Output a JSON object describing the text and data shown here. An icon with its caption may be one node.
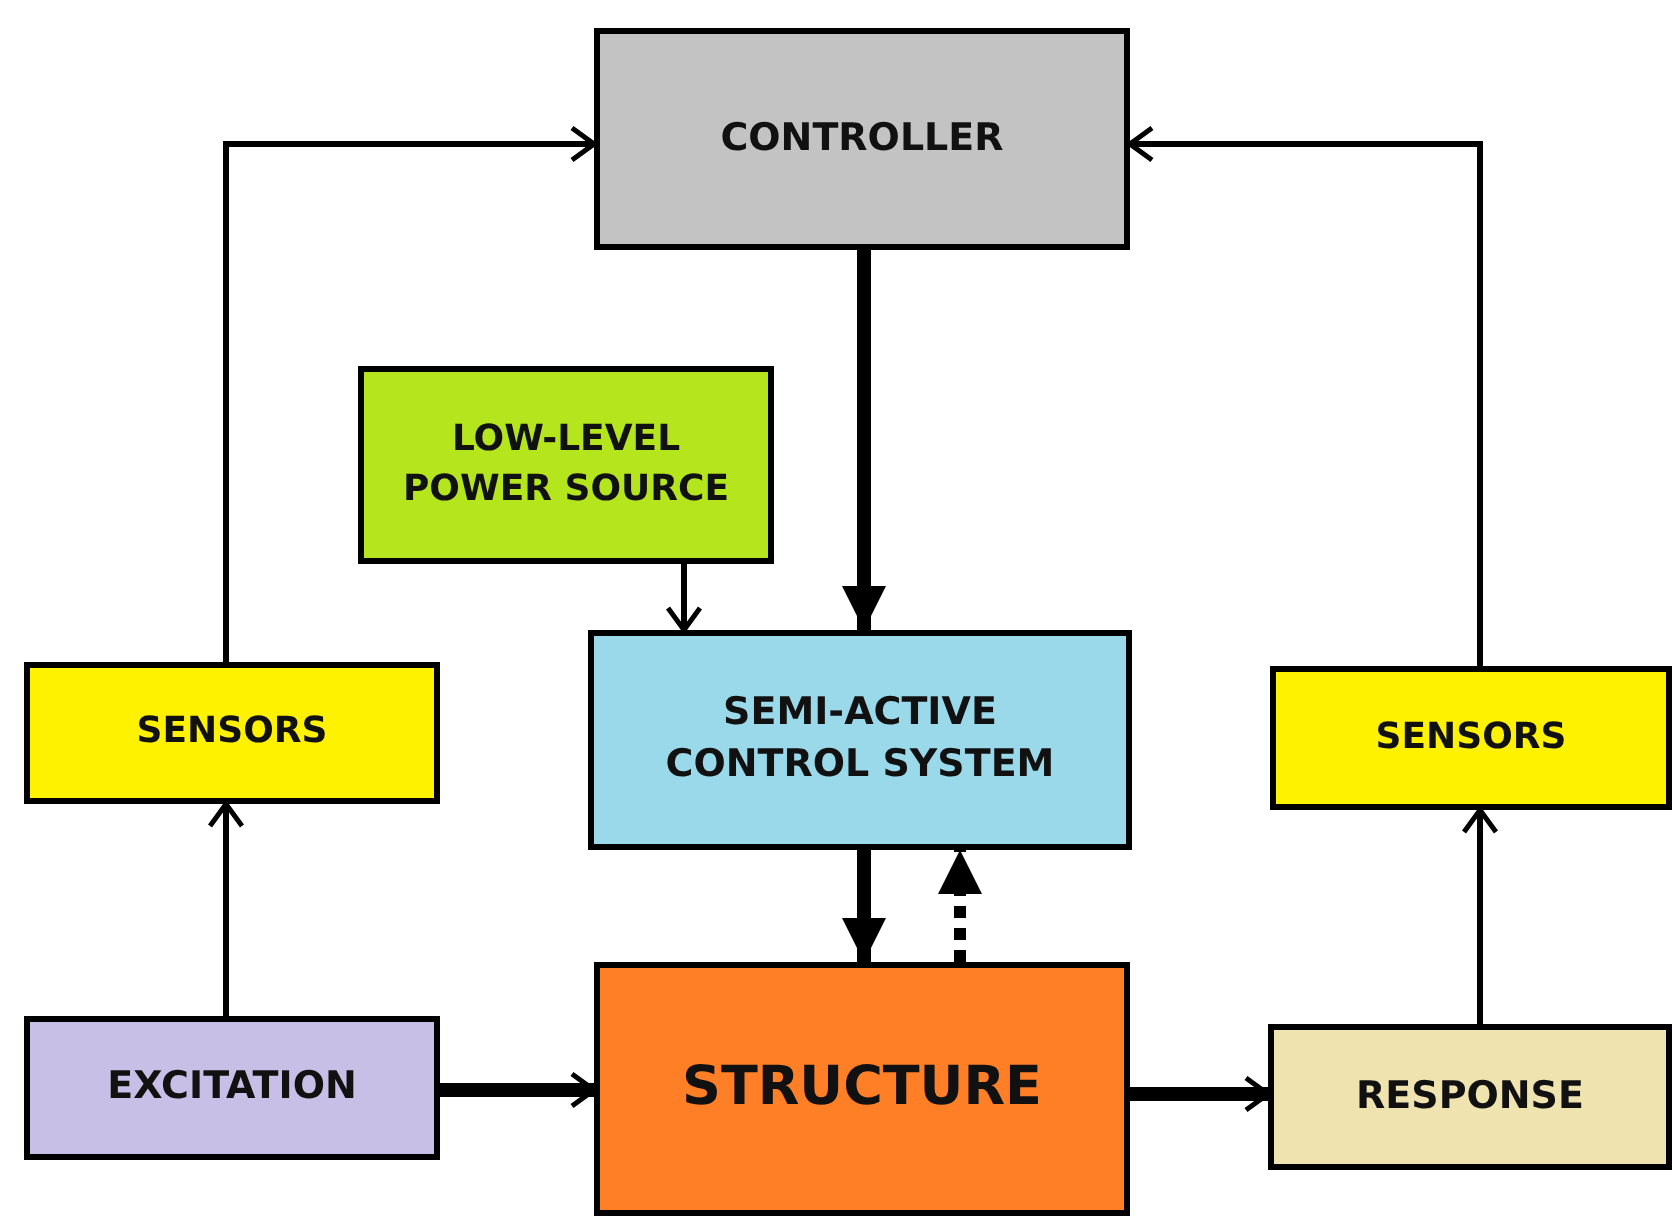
{
  "diagram": {
    "nodes": [
      {
        "text": [
          "CONTROLLER"
        ]
      },
      {
        "text": [
          "LOW-LEVEL POWER SOURCE"
        ]
      },
      {
        "text": [
          "SEMI-ACTIVE CONTROL SYSTEM"
        ]
      },
      {
        "text": [
          "SENSORS"
        ]
      },
      {
        "text": [
          "SENSORS"
        ]
      },
      {
        "text": [
          "EXCITATION"
        ]
      },
      {
        "text": [
          "STRUCTURE"
        ]
      },
      {
        "text": [
          "RESPONSE"
        ]
      }
    ],
    "edges": [
      {
        "from": 5,
        "to": 3,
        "arrow": "to"
      },
      {
        "from": 3,
        "to": 0,
        "arrow": "to"
      },
      {
        "from": 4,
        "to": 0,
        "arrow": "to"
      },
      {
        "from": 0,
        "to": 2,
        "arrow": "to",
        "style": "thick"
      },
      {
        "from": 1,
        "to": 2,
        "arrow": "to"
      },
      {
        "from": 2,
        "to": 6,
        "arrow": "to",
        "style": "thick"
      },
      {
        "from": 6,
        "to": 2,
        "arrow": "to",
        "style": "dashed"
      },
      {
        "from": 5,
        "to": 6,
        "arrow": "to",
        "style": "thick"
      },
      {
        "from": 6,
        "to": 7,
        "arrow": "to",
        "style": "thick"
      },
      {
        "from": 7,
        "to": 4,
        "arrow": "to"
      }
    ]
  }
}
